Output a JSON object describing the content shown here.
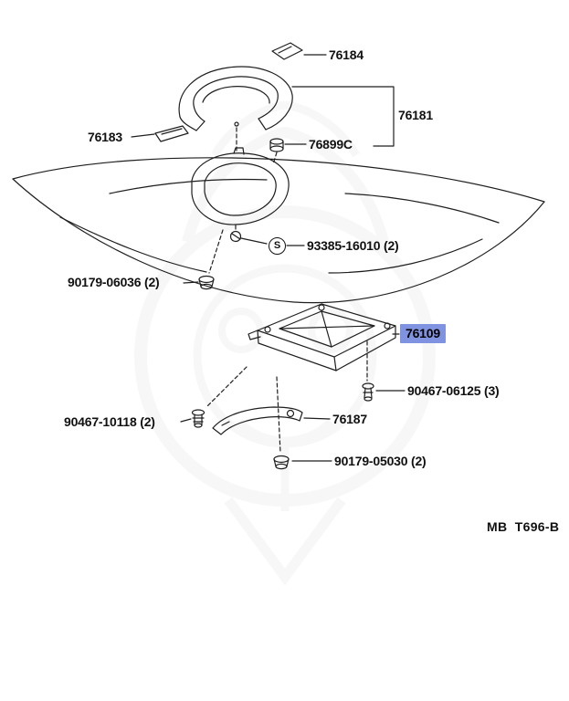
{
  "document": {
    "type": "parts-diagram",
    "background": "#ffffff"
  },
  "colors": {
    "highlight": "#8093e0",
    "line": "#1f1f1f",
    "watermark": "#9a9a9a"
  },
  "labels": {
    "p76184": {
      "text": "76184"
    },
    "p76181": {
      "text": "76181"
    },
    "p76183": {
      "text": "76183"
    },
    "p76899c": {
      "text": "76899C"
    },
    "p93385_16010": {
      "text": "93385-16010 (2)"
    },
    "p90179_06036": {
      "text": "90179-06036 (2)"
    },
    "p76109": {
      "text": "76109",
      "highlighted": true
    },
    "p90467_06125": {
      "text": "90467-06125 (3)"
    },
    "p90467_10118": {
      "text": "90467-10118 (2)"
    },
    "p76187": {
      "text": "76187"
    },
    "p90179_05030": {
      "text": "90179-05030 (2)"
    }
  },
  "symbols": {
    "screw_marker": "S"
  },
  "footer": {
    "code": "MB  T696-B"
  }
}
